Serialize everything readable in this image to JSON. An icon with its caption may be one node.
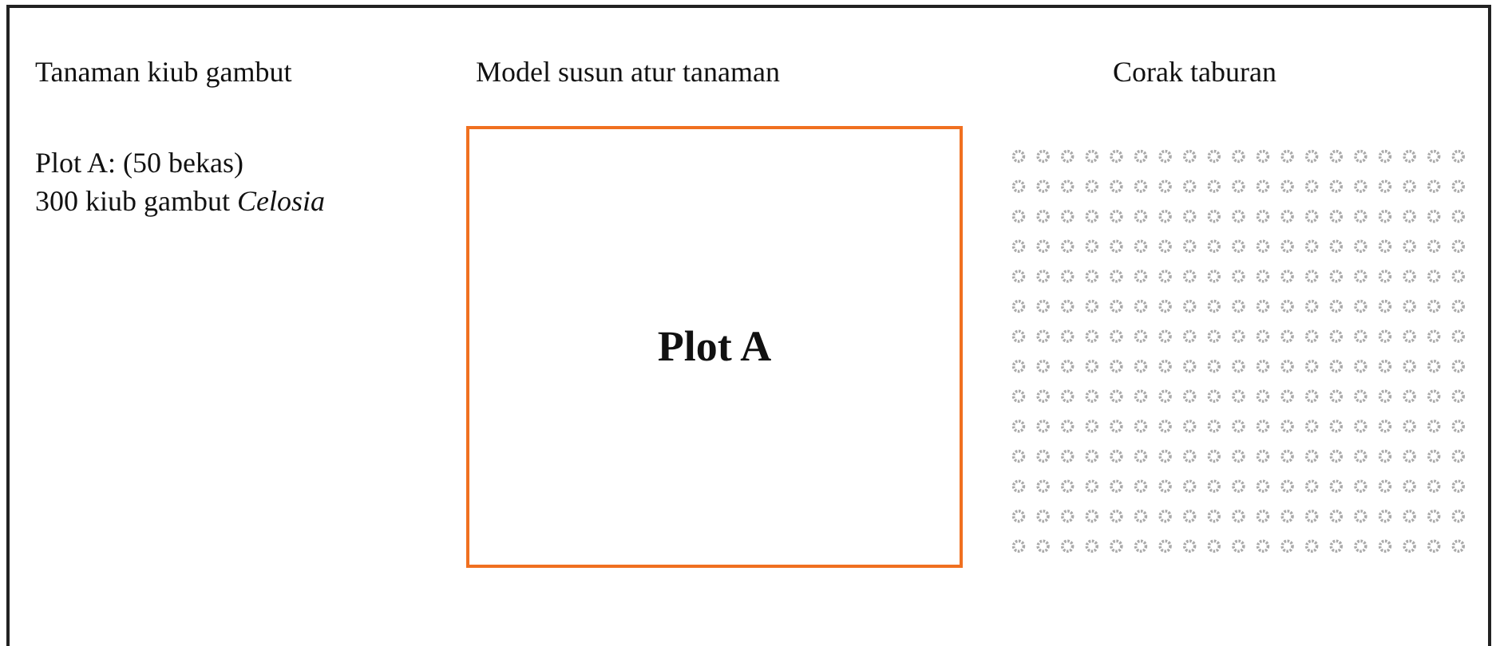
{
  "diagram": {
    "nodes": [
      {
        "text": [
          "Plot A"
        ]
      }
    ],
    "edges": [],
    "labels": [
      "Tanaman kiub gambut",
      "Model susun atur tanaman",
      "Corak taburan",
      "Plot A: (50 bekas)",
      "300 kiub gambut *Celosia*"
    ]
  }
}
